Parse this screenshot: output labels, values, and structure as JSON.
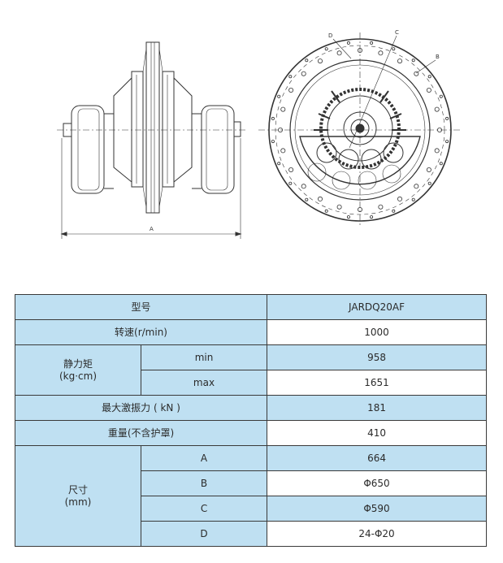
{
  "drawing": {
    "side_view_dimension_label": "A",
    "front_view_callouts": [
      "D",
      "C",
      "B"
    ]
  },
  "table": {
    "model": {
      "label": "型号",
      "value": "JARDQ20AF"
    },
    "speed": {
      "label": "转速(r/min)",
      "value": "1000"
    },
    "static_moment": {
      "label": "静力矩",
      "unit": "(kg·cm)",
      "rows": [
        {
          "label": "min",
          "value": "958"
        },
        {
          "label": "max",
          "value": "1651"
        }
      ]
    },
    "max_force": {
      "label": "最大激振力 ( kN )",
      "value": "181"
    },
    "weight": {
      "label": "重量(不含护罩)",
      "value": "410"
    },
    "dimensions": {
      "label": "尺寸",
      "unit": "(mm)",
      "rows": [
        {
          "label": "A",
          "value": "664"
        },
        {
          "label": "B",
          "value": "Φ650"
        },
        {
          "label": "C",
          "value": "Φ590"
        },
        {
          "label": "D",
          "value": "24-Φ20"
        }
      ]
    }
  }
}
